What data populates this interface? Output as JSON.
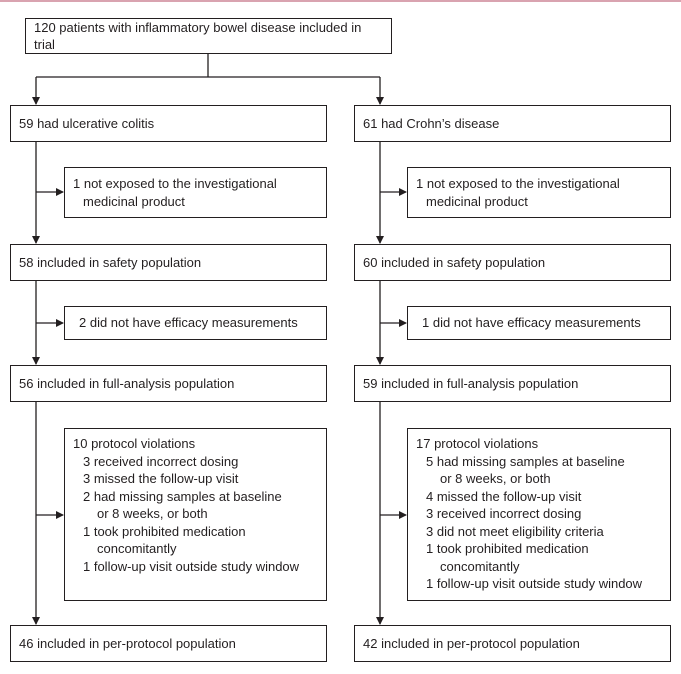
{
  "top": "120 patients with inflammatory bowel disease included in trial",
  "left": {
    "group": "59 had ulcerative colitis",
    "excl1": [
      "1 not exposed to the investigational",
      "medicinal product"
    ],
    "safety": "58 included in safety population",
    "excl2": "2 did not have efficacy measurements",
    "full": "56 included in full-analysis population",
    "violations_title": "10 protocol violations",
    "violations": [
      "3 received incorrect dosing",
      "3 missed the follow-up visit",
      "2 had missing samples at baseline",
      "or 8 weeks, or both",
      "1 took prohibited medication",
      "concomitantly",
      "1 follow-up visit outside study window"
    ],
    "pp": "46 included in per-protocol population"
  },
  "right": {
    "group": "61 had Crohn’s disease",
    "excl1": [
      "1 not exposed to the investigational",
      "medicinal product"
    ],
    "safety": "60 included in safety population",
    "excl2": "1 did not have efficacy measurements",
    "full": "59 included in full-analysis population",
    "violations_title": "17 protocol violations",
    "violations": [
      "5 had missing samples at baseline",
      "or 8 weeks, or both",
      "4 missed the follow-up visit",
      "3 received incorrect dosing",
      "3 did not meet eligibility criteria",
      "1 took prohibited medication",
      "concomitantly",
      "1 follow-up visit outside study window"
    ],
    "pp": "42 included in per-protocol population"
  },
  "colors": {
    "line": "#231f20",
    "accent_rule": "#d9a3b0"
  }
}
